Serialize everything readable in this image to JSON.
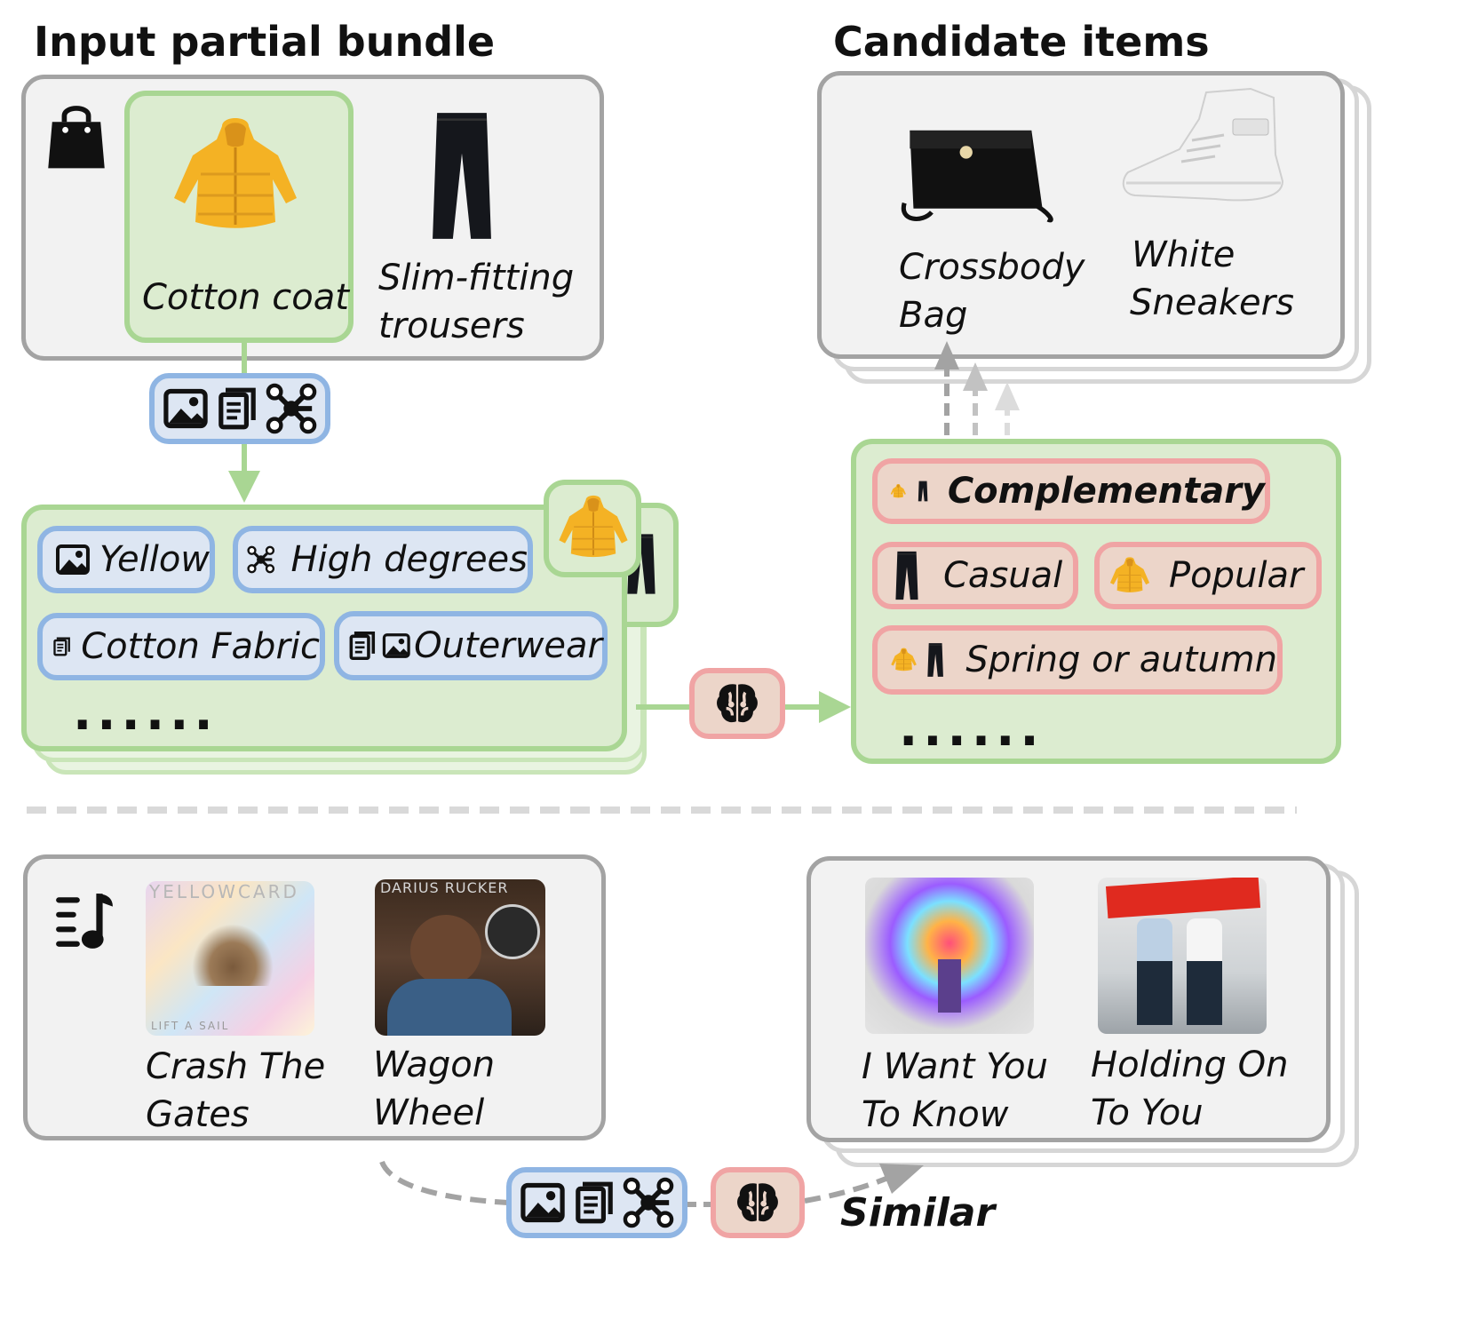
{
  "headings": {
    "input": "Input partial bundle",
    "candidates": "Candidate items"
  },
  "fashion": {
    "input_items": {
      "coat": "Cotton coat",
      "trousers_line1": "Slim-fitting",
      "trousers_line2": "trousers"
    },
    "attributes": {
      "yellow": "Yellow",
      "high_degrees": "High degrees",
      "cotton_fabric": "Cotton Fabric",
      "outerwear": "Outerwear",
      "more": "......"
    },
    "relations": {
      "complementary": "Complementary",
      "casual": "Casual",
      "popular": "Popular",
      "season": "Spring or autumn",
      "more": "......"
    },
    "candidate_items": {
      "bag_line1": "Crossbody",
      "bag_line2": "Bag",
      "sneakers_line1": "White",
      "sneakers_line2": "Sneakers"
    }
  },
  "music": {
    "input_items": {
      "song1_line1": "Crash The",
      "song1_line2": "Gates",
      "song2_line1": "Wagon",
      "song2_line2": "Wheel",
      "album1_art_text": "YELLOWCARD",
      "album1_sub_text": "LIFT A SAIL",
      "album2_art_text": "DARIUS RUCKER"
    },
    "candidate_items": {
      "song3_line1": "I Want You",
      "song3_line2": "To Know",
      "song4_line1": "Holding On",
      "song4_line2": "To You"
    },
    "relation": "Similar"
  },
  "colors": {
    "green_border": "#a9d693",
    "green_fill": "#dcecd0",
    "blue_border": "#8fb5e3",
    "blue_fill": "#dde6f3",
    "red_border": "#f0a4a4",
    "red_fill": "#ecd5c9",
    "gray_border": "#a3a3a3",
    "coat_yellow": "#f4b224"
  }
}
